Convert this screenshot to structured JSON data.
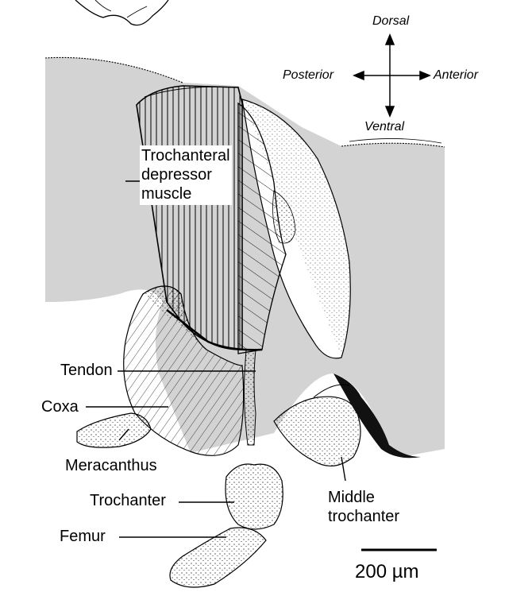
{
  "labels": {
    "trochanteral_depressor": [
      "Trochanteral",
      "depressor",
      "muscle"
    ],
    "tendon": "Tendon",
    "coxa": "Coxa",
    "meracanthus": "Meracanthus",
    "trochanter": "Trochanter",
    "femur": "Femur",
    "middle_trochanter": [
      "Middle",
      "trochanter"
    ]
  },
  "orientation": {
    "dorsal": "Dorsal",
    "ventral": "Ventral",
    "posterior": "Posterior",
    "anterior": "Anterior"
  },
  "scale_bar": {
    "label": "200 µm"
  },
  "colors": {
    "shaded_region": "#d3d3d3",
    "line": "#000000",
    "background": "#ffffff"
  }
}
